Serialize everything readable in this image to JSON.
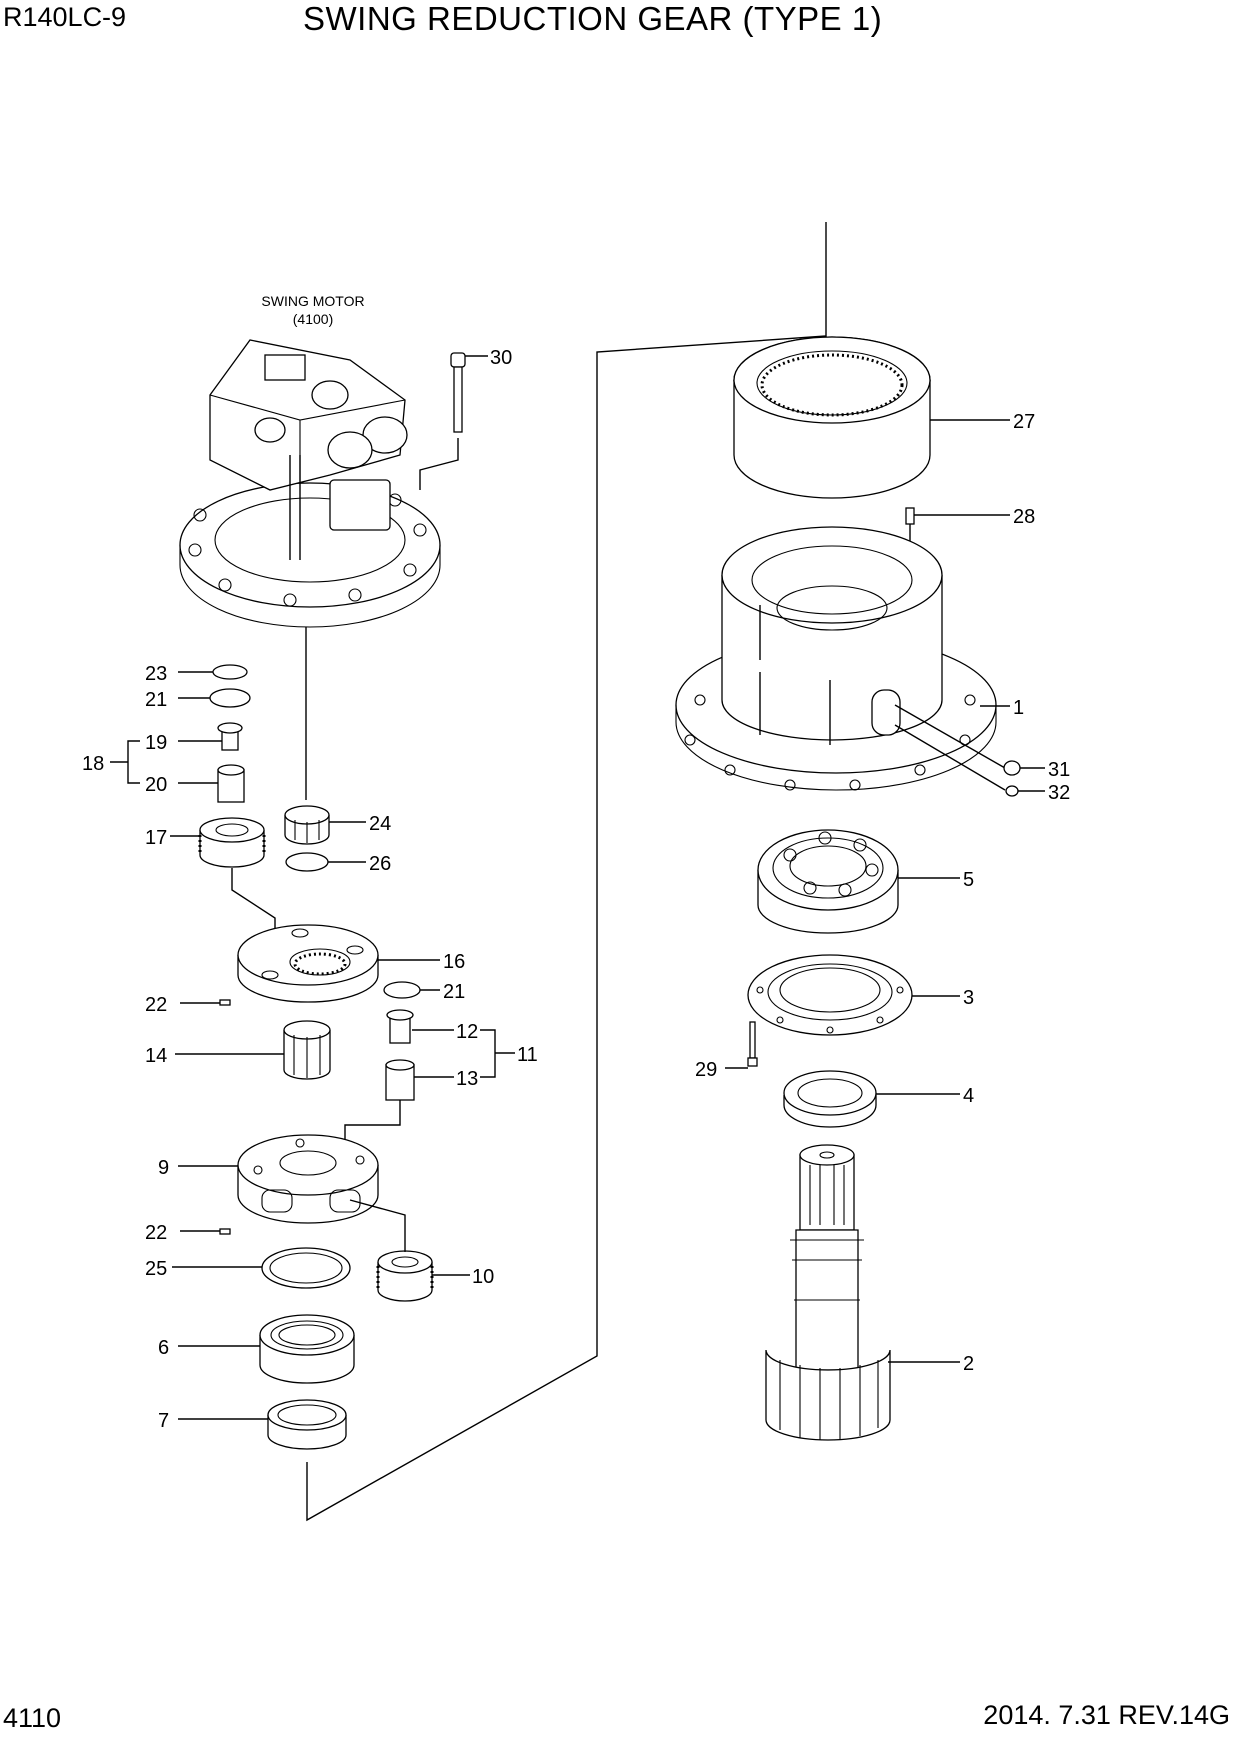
{
  "header": {
    "model": "R140LC-9",
    "title": "SWING REDUCTION GEAR (TYPE 1)"
  },
  "footer": {
    "page": "4110",
    "revision": "2014. 7.31  REV.14G"
  },
  "swing_motor": {
    "label": "SWING MOTOR",
    "ref": "(4100)"
  },
  "callouts": [
    {
      "id": "c30",
      "text": "30"
    },
    {
      "id": "c27",
      "text": "27"
    },
    {
      "id": "c28",
      "text": "28"
    },
    {
      "id": "c1",
      "text": "1"
    },
    {
      "id": "c31",
      "text": "31"
    },
    {
      "id": "c32",
      "text": "32"
    },
    {
      "id": "c5",
      "text": "5"
    },
    {
      "id": "c3",
      "text": "3"
    },
    {
      "id": "c29",
      "text": "29"
    },
    {
      "id": "c4",
      "text": "4"
    },
    {
      "id": "c2",
      "text": "2"
    },
    {
      "id": "c23",
      "text": "23"
    },
    {
      "id": "c21a",
      "text": "21"
    },
    {
      "id": "c19",
      "text": "19"
    },
    {
      "id": "c18",
      "text": "18"
    },
    {
      "id": "c20",
      "text": "20"
    },
    {
      "id": "c17",
      "text": "17"
    },
    {
      "id": "c24",
      "text": "24"
    },
    {
      "id": "c26",
      "text": "26"
    },
    {
      "id": "c16",
      "text": "16"
    },
    {
      "id": "c21b",
      "text": "21"
    },
    {
      "id": "c22a",
      "text": "22"
    },
    {
      "id": "c12",
      "text": "12"
    },
    {
      "id": "c11",
      "text": "11"
    },
    {
      "id": "c14",
      "text": "14"
    },
    {
      "id": "c13",
      "text": "13"
    },
    {
      "id": "c9",
      "text": "9"
    },
    {
      "id": "c22b",
      "text": "22"
    },
    {
      "id": "c25",
      "text": "25"
    },
    {
      "id": "c10",
      "text": "10"
    },
    {
      "id": "c6",
      "text": "6"
    },
    {
      "id": "c7",
      "text": "7"
    }
  ]
}
